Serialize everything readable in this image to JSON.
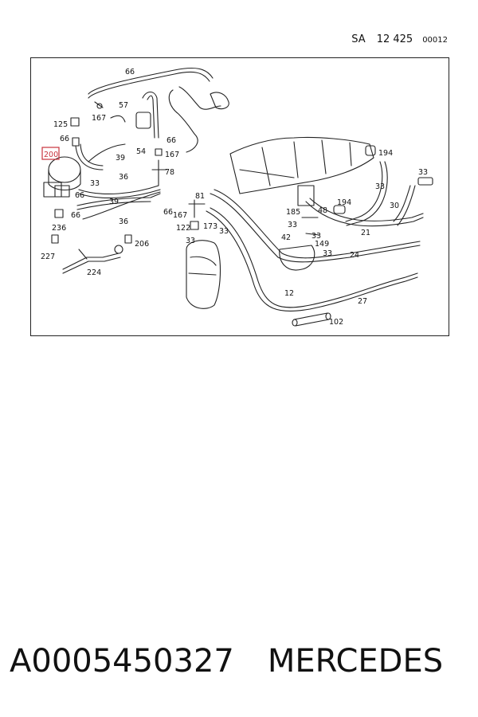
{
  "header": {
    "prefix": "SA",
    "code": "12 425",
    "seq": "00012"
  },
  "diagram": {
    "highlighted_label": "200",
    "part_labels": [
      "66",
      "57",
      "167",
      "125",
      "66",
      "54",
      "167",
      "66",
      "194",
      "200",
      "39",
      "36",
      "78",
      "33",
      "33",
      "66",
      "39",
      "81",
      "194",
      "33",
      "185",
      "48",
      "30",
      "66",
      "66",
      "167",
      "36",
      "122",
      "173",
      "33",
      "236",
      "33",
      "33",
      "21",
      "42",
      "33",
      "206",
      "149",
      "227",
      "33",
      "24",
      "224",
      "12",
      "27",
      "102"
    ]
  },
  "footer": {
    "part_number": "A0005450327",
    "brand": "MERCEDES"
  }
}
